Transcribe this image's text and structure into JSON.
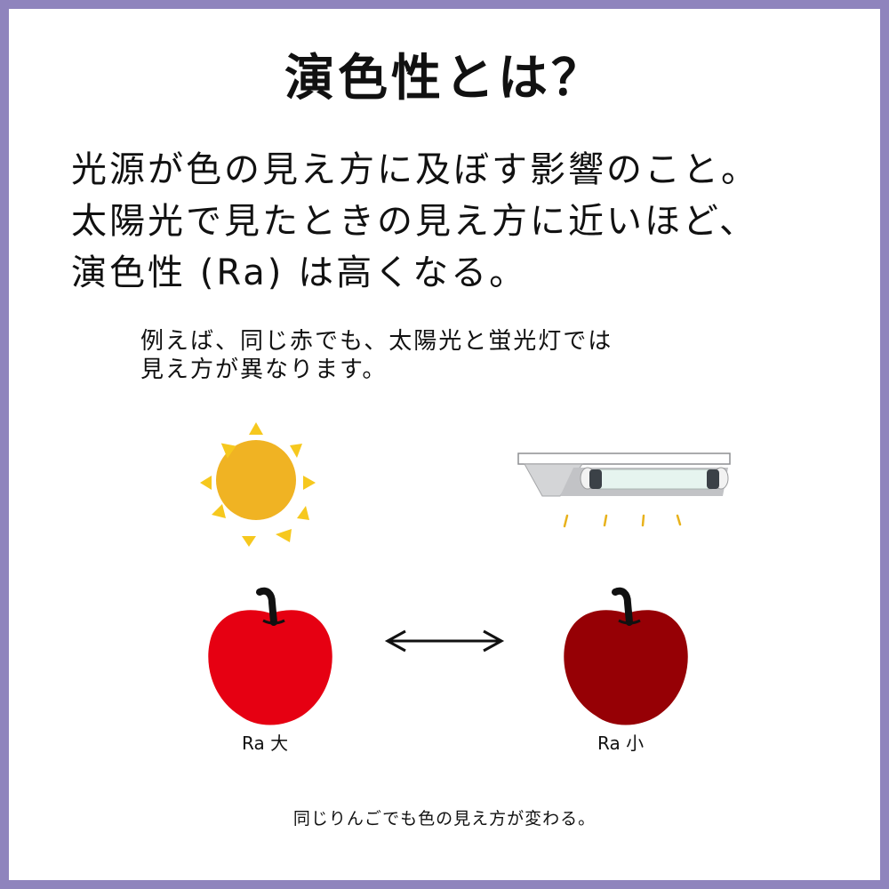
{
  "title": "演色性とは？",
  "intro": {
    "lines": [
      "光源が色の見え方に及ぼす影響のこと。",
      "太陽光で見たときの見え方に近いほど、",
      "演色性 (Ra) は高くなる。"
    ]
  },
  "example": {
    "lines": [
      "例えば、同じ赤でも、太陽光と蛍光灯では",
      "見え方が異なります。"
    ]
  },
  "illustrations": {
    "sun": {
      "icon": "sun-icon",
      "color": "#f0b323",
      "ray_color": "#f6c81e"
    },
    "lamp": {
      "icon": "fluorescent-lamp-icon",
      "tube_color": "#e6f4ef",
      "housing_color": "#c9cacc"
    },
    "arrow": {
      "icon": "double-arrow-icon"
    }
  },
  "apples": [
    {
      "label": "Ra 大",
      "color": "#e60012",
      "icon": "apple-icon"
    },
    {
      "label": "Ra 小",
      "color": "#960005",
      "icon": "apple-icon"
    }
  ],
  "caption": "同じりんごでも色の見え方が変わる。",
  "colors": {
    "border": "#8f84bd",
    "background": "#ffffff",
    "text": "#111111"
  }
}
